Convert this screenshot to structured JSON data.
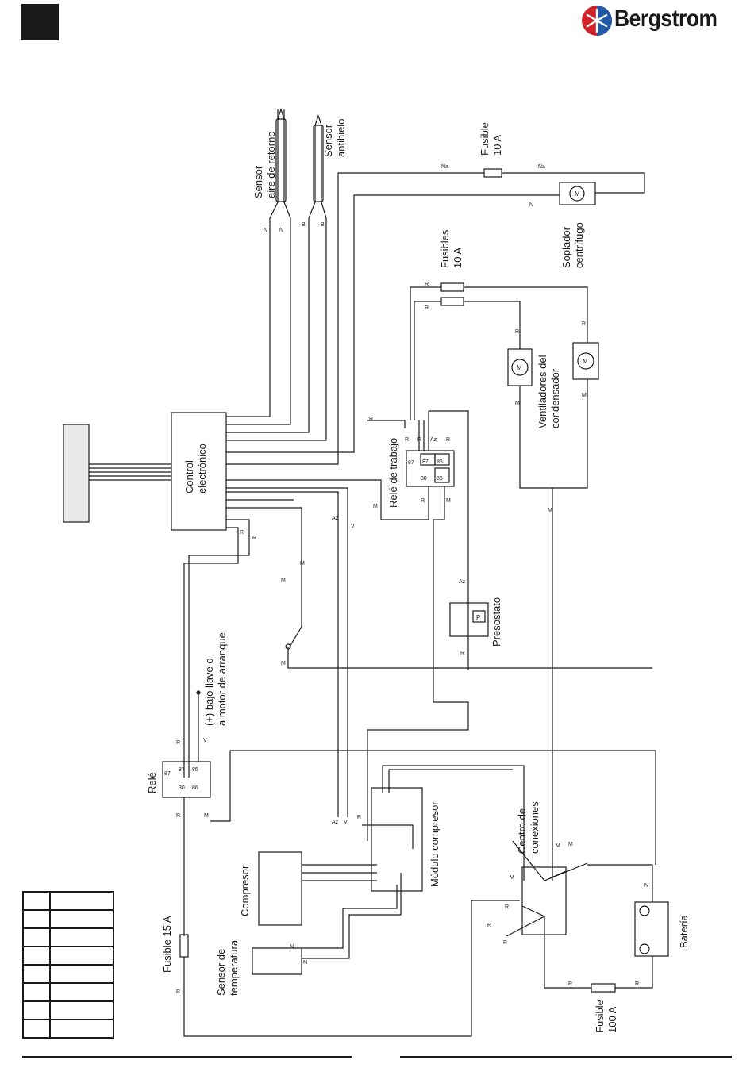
{
  "brand": {
    "name": "Bergstrom"
  },
  "colors": {
    "ink": "#1a1a1a",
    "brand_red": "#d2232a",
    "brand_blue": "#1f5aa6"
  },
  "components": {
    "sensor_return_air": "Sensor\naire de retorno",
    "sensor_antifreeze": "Sensor\nantihielo",
    "fuse_blower": "Fusible\n10 A",
    "centrifugal_blower": "Soplador\ncentrífugo",
    "fuses_condenser": "Fusibles\n10 A",
    "condenser_fans": "Ventiladores del\ncondensador",
    "electronic_control": "Control\nelectrónico",
    "work_relay": "Relé de trabajo",
    "pressure_switch": "Presostato",
    "ignition_note": "(+) bajo llave o\na motor de arranque",
    "relay": "Relé",
    "compressor_module": "Módulo compresor",
    "connection_center": "Centro de\nconexiones",
    "compressor": "Compresor",
    "fuse_15a": "Fusible 15 A",
    "temperature_sensor": "Sensor de\ntemperatura",
    "battery": "Batería",
    "fuse_100a": "Fusible\n100 A"
  },
  "wire_labels": {
    "black": "N",
    "white": "B",
    "orange": "Na",
    "red": "R",
    "brown": "M",
    "blue": "Az",
    "green": "V"
  },
  "relay_pins": [
    "87",
    "87",
    "85",
    "30",
    "86"
  ],
  "legend_table_rows": 8
}
